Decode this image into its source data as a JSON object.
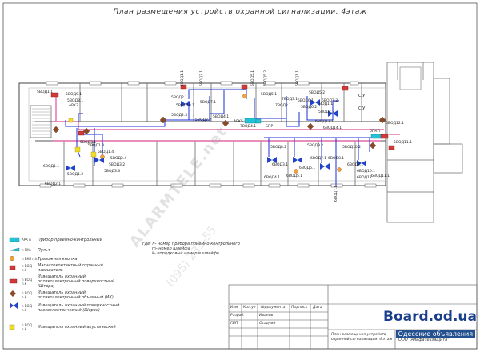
{
  "title": "План размещения устройств охранной сигнализации. 4этаж",
  "colors": {
    "wall": "#555555",
    "wire": "#1b2fd8",
    "pink": "#e36aa6",
    "panel": "#22c3d6",
    "detector_red": "#d23a3a",
    "detector_brown": "#8a4a2a",
    "detector_yellow": "#f2dc2a",
    "detector_blue": "#2244cc"
  },
  "plan_labels": [
    "5ВОД1.1",
    "5ВОД9.1",
    "5ВОД8.1",
    "5ВОД2.1",
    "5ВОД7.1",
    "5ВОД10.1",
    "5ВОД1.2",
    "5ВОД1.3",
    "5ВОД1.4",
    "5ВОД2.2",
    "5ВОД2.3",
    "5ВОД2.4",
    "5ВОД3.1",
    "5ВОД3.2",
    "5ВОД3.3",
    "5ВОД4.1",
    "5ВОД5.1",
    "5ВОД5.2",
    "5ВОД6.1",
    "5ВОД6.2",
    "5ВОД7.2",
    "5ВОД7.3",
    "5ВОД8.2",
    "5ВОД9.2",
    "5ВОД10.2",
    "5ВОД11.1",
    "5ВОД12.1",
    "6ВОД1.1",
    "6ВОД2.1",
    "6ВОД3.1",
    "6ВОД4.1",
    "6ВОД5.1",
    "6ВОД6.1",
    "6ВОД7.1",
    "6ВОД8.1",
    "6ВОД9.1",
    "6ВОД10.1",
    "6ВОД11.1",
    "6ВОД12.1",
    "6ВОД13.1",
    "6ВОД14.1",
    "7ВОД1.1",
    "7ВОД2.1",
    "7ВОД3.1",
    "7ВОД4.1"
  ],
  "plan_tags": [
    "АРК3",
    "АРК5",
    "БПР",
    "6ПКП",
    "С/У",
    "С/У"
  ],
  "legend": [
    {
      "code": "АРК n",
      "text": "Прибор приемно-контрольный",
      "symbol": "panel"
    },
    {
      "code": "n ПУn",
      "text": "Пульт",
      "symbol": "pult"
    },
    {
      "code": "n ВКБ n.k",
      "text": "Тревожная кнопка",
      "symbol": "button"
    },
    {
      "code": "n ВОД n.k",
      "text": "Магнитоконтактный охранный извещатель",
      "symbol": "magnet"
    },
    {
      "code": "n ВОД n.k",
      "text": "Извещатель охранный оптикоэлектронный поверхностный (Штора)",
      "symbol": "curtain"
    },
    {
      "code": "n ВОД n.k",
      "text": "Извещатель охранный оптикоэлектронный объемный (ИК)",
      "symbol": "ik"
    },
    {
      "code": "n ВОД n.k",
      "text": "Извещатель охранный поверхностный пьезоэлектрический (Шорох)",
      "symbol": "piezo"
    },
    {
      "code": "n ВОД n.k",
      "text": "Извещатель охранный акустический",
      "symbol": "acoustic"
    }
  ],
  "notes": [
    "где: n- номер прибора приемно-контрольного",
    "m- номер шлейфа",
    "k- порядковый номер в шлейфе"
  ],
  "title_block": {
    "headers": [
      "Изм.",
      "Кол.уч",
      "№документа",
      "Подпись",
      "Дата"
    ],
    "rows": [
      {
        "role": "Разраб.",
        "name": "Иванов"
      },
      {
        "role": "ГИП",
        "name": "Осадчий"
      }
    ],
    "description": "План размещения устройств охранной сигнализации. 4 этаж",
    "company": "ООО \"Альфатехзащита\""
  },
  "watermarks": [
    "ALARMTELE.net",
    "(095) 233-55"
  ],
  "badge": {
    "site": "Board.od.ua",
    "caption": "Одесские объявления"
  }
}
